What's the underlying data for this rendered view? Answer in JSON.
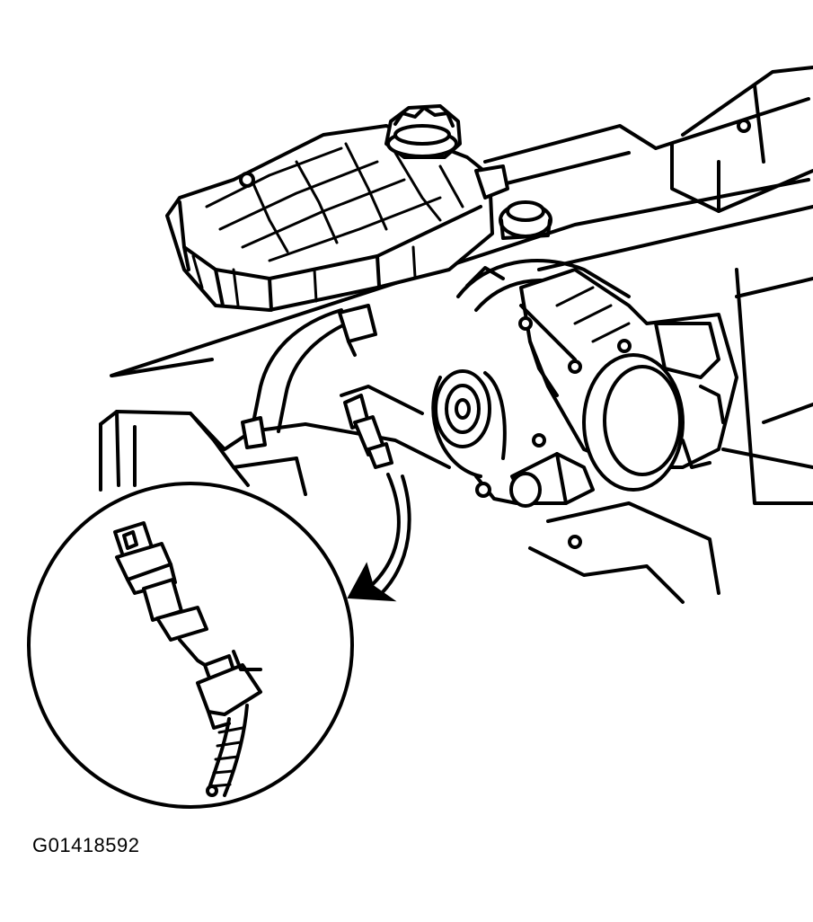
{
  "figure": {
    "id_label": "G01418592"
  },
  "components": [
    {
      "name": "coolant-reservoir",
      "icon": "reservoir-tank"
    },
    {
      "name": "pressure-cap",
      "icon": "cap"
    },
    {
      "name": "sensor-switch",
      "icon": "pressure-switch"
    },
    {
      "name": "harness-connector",
      "icon": "electrical-connector"
    },
    {
      "name": "throttle-body",
      "icon": "throttle-body"
    },
    {
      "name": "belt-pulley",
      "icon": "pulley"
    }
  ]
}
